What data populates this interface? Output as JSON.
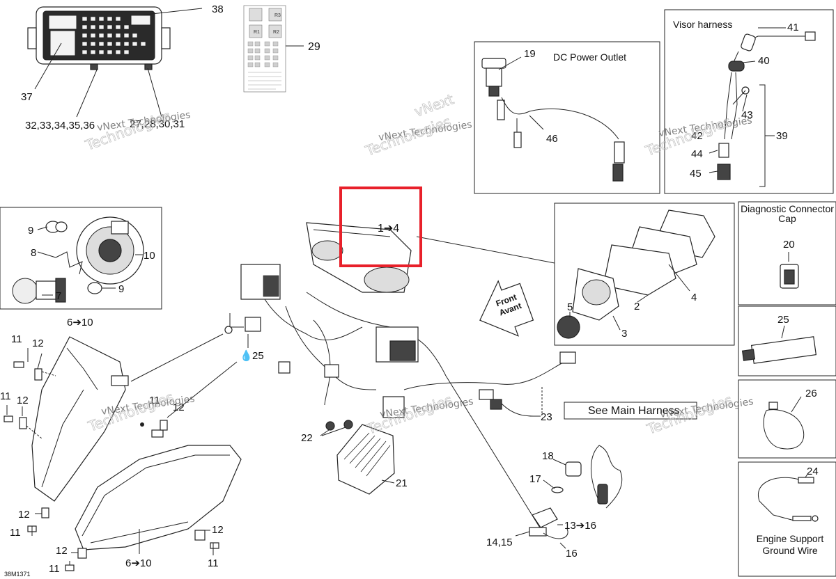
{
  "diagram_code": "38M1371",
  "callouts": {
    "c1_4": "1➔4",
    "c2": "2",
    "c3": "3",
    "c4": "4",
    "c5": "5",
    "c6_10_top": "6➔10",
    "c6_10_bottom": "6➔10",
    "c7": "7",
    "c8": "8",
    "c9_top": "9",
    "c9_bottom": "9",
    "c10": "10",
    "c11_a": "11",
    "c11_b": "11",
    "c11_c": "11",
    "c11_d": "11",
    "c11_e": "11",
    "c11_f": "11",
    "c12_a": "12",
    "c12_b": "12",
    "c12_c": "12",
    "c12_d": "12",
    "c12_e": "12",
    "c12_f": "12",
    "c13_16": "13➔16",
    "c14_15": "14,15",
    "c16": "16",
    "c17": "17",
    "c18": "18",
    "c19": "19",
    "c20": "20",
    "c21": "21",
    "c22": "22",
    "c23": "23",
    "c24": "24",
    "c25_main": "25",
    "c25_box": "25",
    "c26": "26",
    "c27_31": "27,28,30,31",
    "c29": "29",
    "c32_36": "32,33,34,35,36",
    "c37": "37",
    "c38": "38",
    "c39": "39",
    "c40": "40",
    "c41": "41",
    "c42": "42",
    "c43": "43",
    "c44": "44",
    "c45": "45",
    "c46": "46"
  },
  "boxes": {
    "visor_harness": "Visor harness",
    "dc_power_outlet": "DC Power Outlet",
    "diagnostic_cap": [
      "Diagnostic Connector",
      "Cap"
    ],
    "engine_support": [
      "Engine Support",
      "Ground Wire"
    ],
    "see_main_harness": "See Main Harness"
  },
  "front_arrow": [
    "Front",
    "Avant"
  ],
  "relay_labels": [
    "R3",
    "R1",
    "R2"
  ],
  "watermark": {
    "line1": "vNext Technologies",
    "line2": "Technologies",
    "line3": "vNext"
  },
  "colors": {
    "highlight": "#e8202a",
    "line": "#222222",
    "watermark": "#8a8a8a"
  }
}
